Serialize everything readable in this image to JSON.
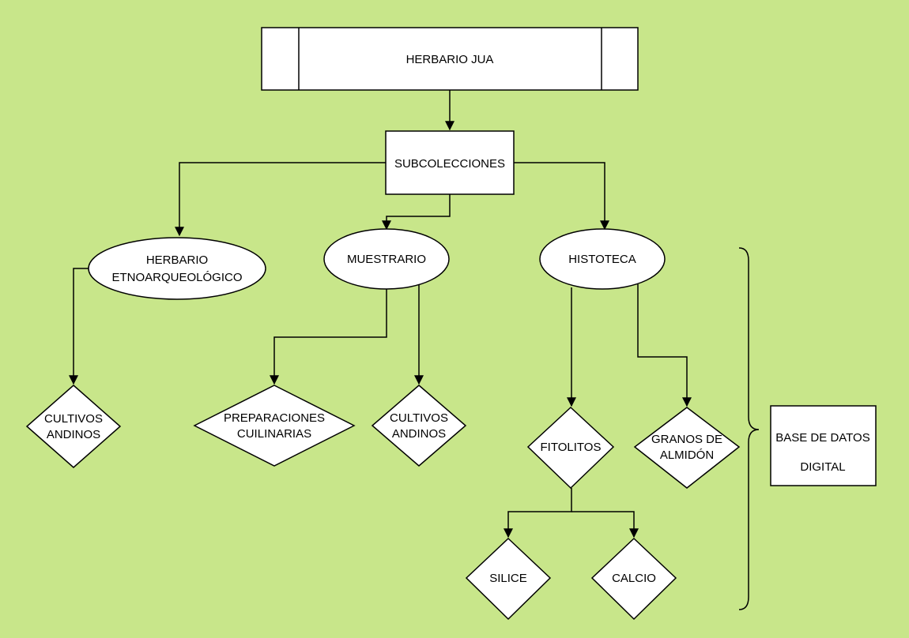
{
  "colors": {
    "background": "#c8e68a",
    "node_fill": "#ffffff",
    "stroke": "#000000"
  },
  "nodes": {
    "root": {
      "label": "HERBARIO JUA",
      "shape": "predefined-process"
    },
    "subcolecciones": {
      "label": "SUBCOLECCIONES",
      "shape": "rectangle"
    },
    "herbario_etno": {
      "line1": "HERBARIO",
      "line2": "ETNOARQUEOLÓGICO",
      "shape": "ellipse"
    },
    "muestrario": {
      "label": "MUESTRARIO",
      "shape": "ellipse"
    },
    "histoteca": {
      "label": "HISTOTECA",
      "shape": "ellipse"
    },
    "cultivos_andinos_1": {
      "line1": "CULTIVOS",
      "line2": "ANDINOS",
      "shape": "diamond"
    },
    "preparaciones": {
      "line1": "PREPARACIONES",
      "line2": "CUILINARIAS",
      "shape": "diamond"
    },
    "cultivos_andinos_2": {
      "line1": "CULTIVOS",
      "line2": "ANDINOS",
      "shape": "diamond"
    },
    "fitolitos": {
      "label": "FITOLITOS",
      "shape": "diamond"
    },
    "granos": {
      "line1": "GRANOS DE",
      "line2": "ALMIDÓN",
      "shape": "diamond"
    },
    "silice": {
      "label": "SILICE",
      "shape": "diamond"
    },
    "calcio": {
      "label": "CALCIO",
      "shape": "diamond"
    },
    "base_datos": {
      "line1": "BASE DE DATOS",
      "line2": "DIGITAL",
      "shape": "rectangle"
    }
  },
  "edges": [
    {
      "from": "HERBARIO JUA",
      "to": "SUBCOLECCIONES"
    },
    {
      "from": "SUBCOLECCIONES",
      "to": "HERBARIO ETNOARQUEOLÓGICO"
    },
    {
      "from": "SUBCOLECCIONES",
      "to": "MUESTRARIO"
    },
    {
      "from": "SUBCOLECCIONES",
      "to": "HISTOTECA"
    },
    {
      "from": "HERBARIO ETNOARQUEOLÓGICO",
      "to": "CULTIVOS ANDINOS"
    },
    {
      "from": "MUESTRARIO",
      "to": "PREPARACIONES CUILINARIAS"
    },
    {
      "from": "MUESTRARIO",
      "to": "CULTIVOS ANDINOS"
    },
    {
      "from": "HISTOTECA",
      "to": "FITOLITOS"
    },
    {
      "from": "HISTOTECA",
      "to": "GRANOS DE ALMIDÓN"
    },
    {
      "from": "FITOLITOS",
      "to": "SILICE"
    },
    {
      "from": "FITOLITOS",
      "to": "CALCIO"
    }
  ],
  "brace": {
    "groups": [
      "MUESTRARIO",
      "HISTOTECA"
    ],
    "target": "BASE DE DATOS DIGITAL"
  }
}
